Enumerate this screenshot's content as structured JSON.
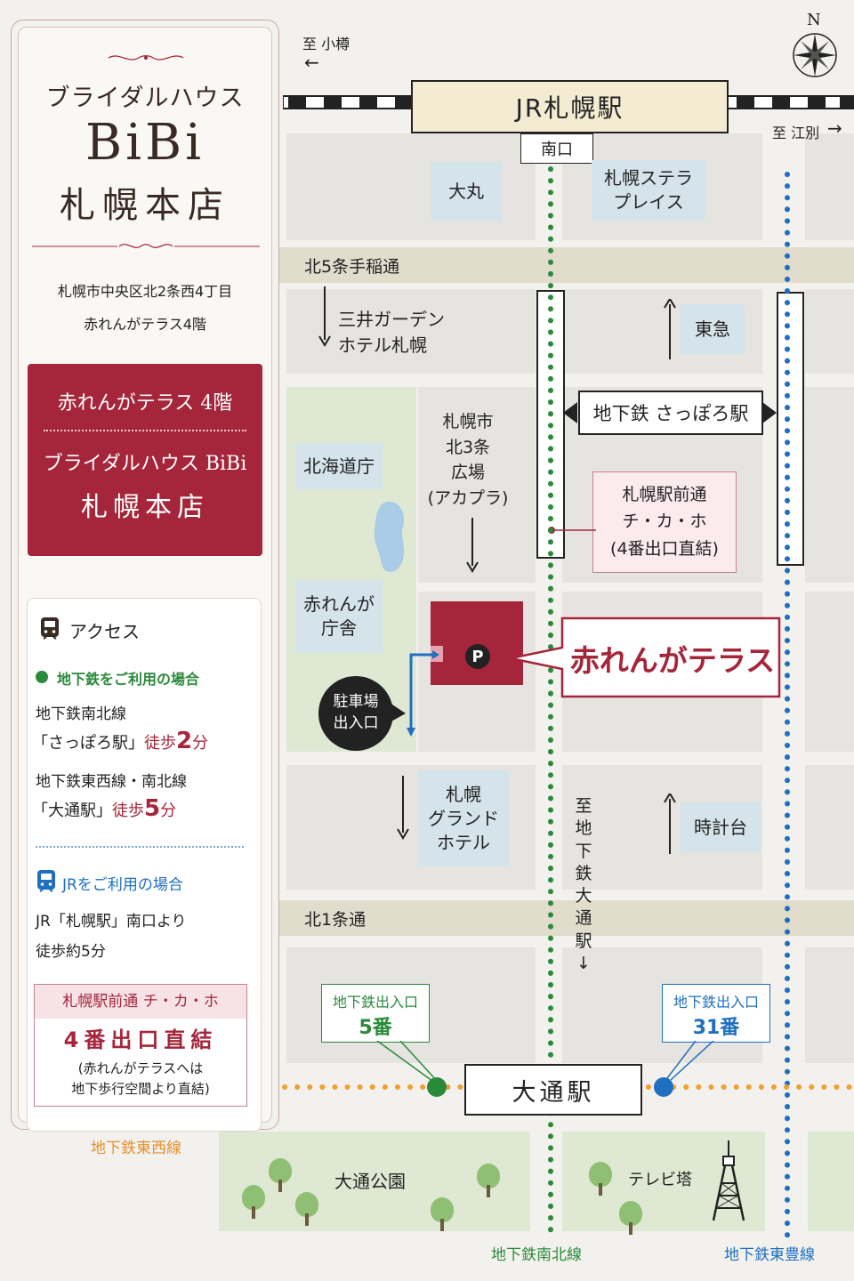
{
  "sidebar": {
    "title_line1": "ブライダルハウス",
    "title_line2": "BiBi",
    "title_line3": "札幌本店",
    "address_line1": "札幌市中央区北2条西4丁目",
    "address_line2": "赤れんがテラス4階",
    "redbox": {
      "line1": "赤れんがテラス 4階",
      "line2": "ブライダルハウス BiBi",
      "line3": "札幌本店"
    },
    "access": {
      "heading": "アクセス",
      "subway_heading": "地下鉄をご利用の場合",
      "subway_line1": "地下鉄南北線",
      "subway_line2_station": "「さっぽろ駅」",
      "subway_line2_walk": "徒歩",
      "subway_line2_num": "2",
      "subway_line2_unit": "分",
      "subway_line3": "地下鉄東西線・南北線",
      "subway_line4_station": "「大通駅」",
      "subway_line4_walk": "徒歩",
      "subway_line4_num": "5",
      "subway_line4_unit": "分",
      "jr_heading": "JRをご利用の場合",
      "jr_line1": "JR「札幌駅」南口より",
      "jr_line2": "徒歩約5分"
    },
    "exit_box": {
      "line1": "札幌駅前通 チ・カ・ホ",
      "line2": "4番出口直結",
      "line3": "(赤れんがテラスへは",
      "line4": "地下歩行空間より直結)"
    }
  },
  "map": {
    "to_otaru": "至 小樽",
    "to_ebetsu": "至 江別",
    "compass_n": "N",
    "jr_station": "JR札幌駅",
    "south_exit": "南口",
    "daimaru": "大丸",
    "stellar_place": "札幌ステラ\nプレイス",
    "street_kita5": "北5条手稲通",
    "mitsui": "三井ガーデン\nホテル札幌",
    "tokyu": "東急",
    "subway_sapporo": "地下鉄 さっぽろ駅",
    "hokkaido_office": "北海道庁",
    "plaza": "札幌市\n北3条\n広場\n(アカプラ)",
    "chikaho": "札幌駅前通\nチ・カ・ホ\n(4番出口直結)",
    "akarenga_office": "赤れんが\n庁舎",
    "parking_p": "P",
    "akarenga_terrace": "赤れんがテラス",
    "parking_entrance": "駐車場\n出入口",
    "grand_hotel": "札幌\nグランド\nホテル",
    "to_odori_vertical": "至地下鉄大通駅↓",
    "tokeidai": "時計台",
    "street_kita1": "北1条通",
    "exit5_line1": "地下鉄出入口",
    "exit5_line2": "5番",
    "exit31_line1": "地下鉄出入口",
    "exit31_line2": "31番",
    "odori_station": "大通駅",
    "tozai_line": "地下鉄東西線",
    "odori_park": "大通公園",
    "tv_tower": "テレビ塔",
    "namboku_line": "地下鉄南北線",
    "toho_line": "地下鉄東豊線"
  },
  "colors": {
    "brand_red": "#a5263a",
    "namboku_green": "#2a8a3a",
    "toho_blue": "#1f6fc0",
    "tozai_orange": "#f0a030"
  }
}
